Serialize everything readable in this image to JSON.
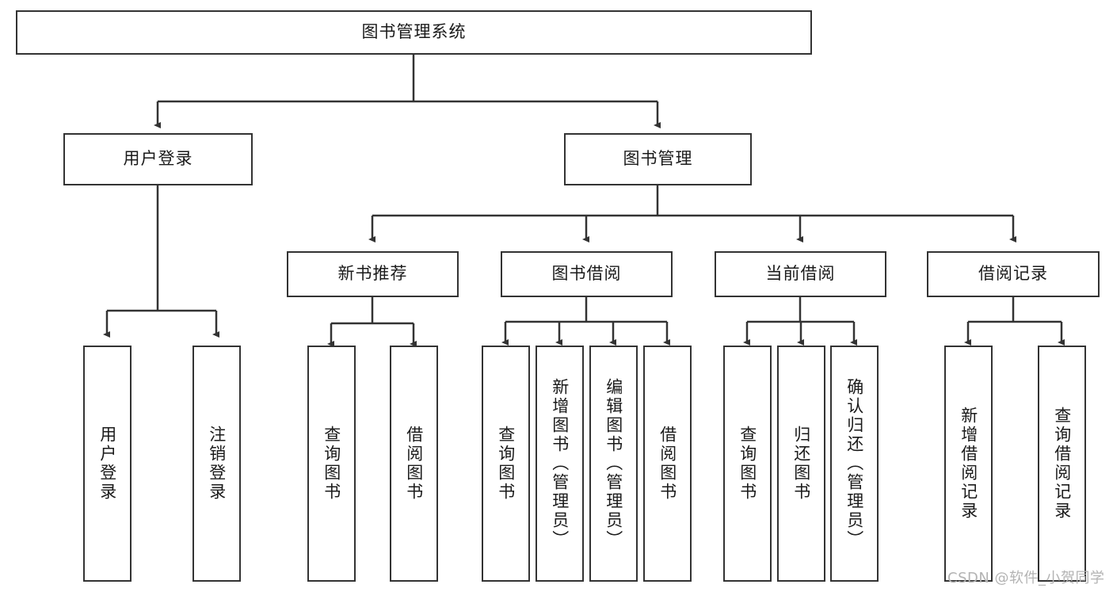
{
  "diagram": {
    "title": "图书管理系统",
    "type": "tree-hierarchy-chart",
    "colors": {
      "node_border": "#333333",
      "node_fill": "#ffffff",
      "edge": "#333333",
      "text": "#1a1a1a",
      "watermark": "#b3b3b3",
      "background": "#ffffff"
    }
  },
  "root": {
    "label": "图书管理系统"
  },
  "level2": [
    {
      "label": "用户登录"
    },
    {
      "label": "图书管理"
    }
  ],
  "level3": [
    {
      "label": "新书推荐"
    },
    {
      "label": "图书借阅"
    },
    {
      "label": "当前借阅"
    },
    {
      "label": "借阅记录"
    }
  ],
  "leaves": {
    "user_login": [
      {
        "label": "用户登录"
      },
      {
        "label": "注销登录"
      }
    ],
    "new_book_recommend": [
      {
        "label": "查询图书"
      },
      {
        "label": "借阅图书"
      }
    ],
    "book_borrow": [
      {
        "label": "查询图书"
      },
      {
        "label": "新增图书（管理员）"
      },
      {
        "label": "编辑图书（管理员）"
      },
      {
        "label": "借阅图书"
      }
    ],
    "current_borrow": [
      {
        "label": "查询图书"
      },
      {
        "label": "归还图书"
      },
      {
        "label": "确认归还（管理员）"
      }
    ],
    "borrow_record": [
      {
        "label": "新增借阅记录"
      },
      {
        "label": "查询借阅记录"
      }
    ]
  },
  "watermark": {
    "text": "CSDN @软件_小贺同学"
  }
}
